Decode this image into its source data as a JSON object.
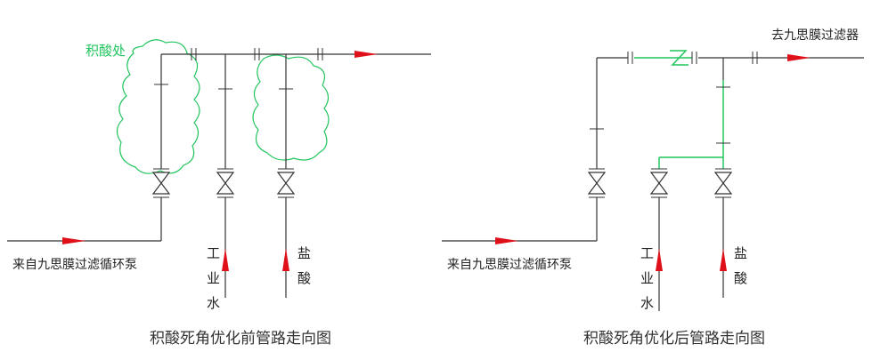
{
  "left_diagram": {
    "cloud_label": "积酸处",
    "inlet_label": "来自九思膜过滤循环泵",
    "industrial_water_label": [
      "工",
      "业",
      "水"
    ],
    "acid_label": [
      "盐",
      "酸"
    ],
    "title": "积酸死角优化前管路走向图"
  },
  "right_diagram": {
    "outlet_label": "去九思膜过滤器",
    "inlet_label": "来自九思膜过滤循环泵",
    "industrial_water_label": [
      "工",
      "业",
      "水"
    ],
    "acid_label": [
      "盐",
      "酸"
    ],
    "title": "积酸死角优化后管路走向图"
  },
  "colors": {
    "pipe": "#333333",
    "highlight": "#22c55e",
    "flow_arrow": "#e0101a"
  }
}
